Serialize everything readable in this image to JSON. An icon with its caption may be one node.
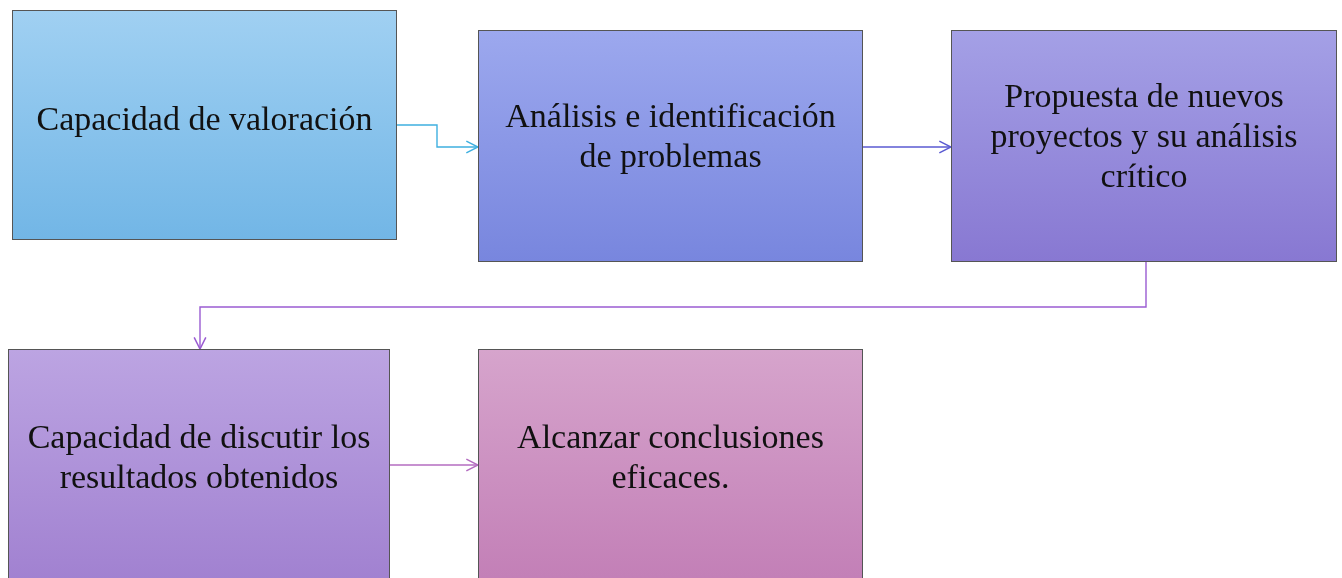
{
  "diagram": {
    "nodes": [
      {
        "text": [
          "Capacidad de valoración"
        ]
      },
      {
        "text": [
          "Análisis e identificación de problemas"
        ]
      },
      {
        "text": [
          "Propuesta de nuevos proyectos y su análisis crítico"
        ]
      },
      {
        "text": [
          "Capacidad de discutir los resultados obtenidos"
        ]
      },
      {
        "text": [
          "Alcanzar conclusiones eficaces."
        ]
      }
    ],
    "edges": [
      {
        "from": 0,
        "to": 1,
        "arrow": "to",
        "color": "#3fb0e0"
      },
      {
        "from": 1,
        "to": 2,
        "arrow": "to",
        "color": "#5a5ad2"
      },
      {
        "from": 2,
        "to": 3,
        "arrow": "to",
        "color": "#9a5cd2"
      },
      {
        "from": 3,
        "to": 4,
        "arrow": "to",
        "color": "#b46cc0"
      }
    ]
  }
}
